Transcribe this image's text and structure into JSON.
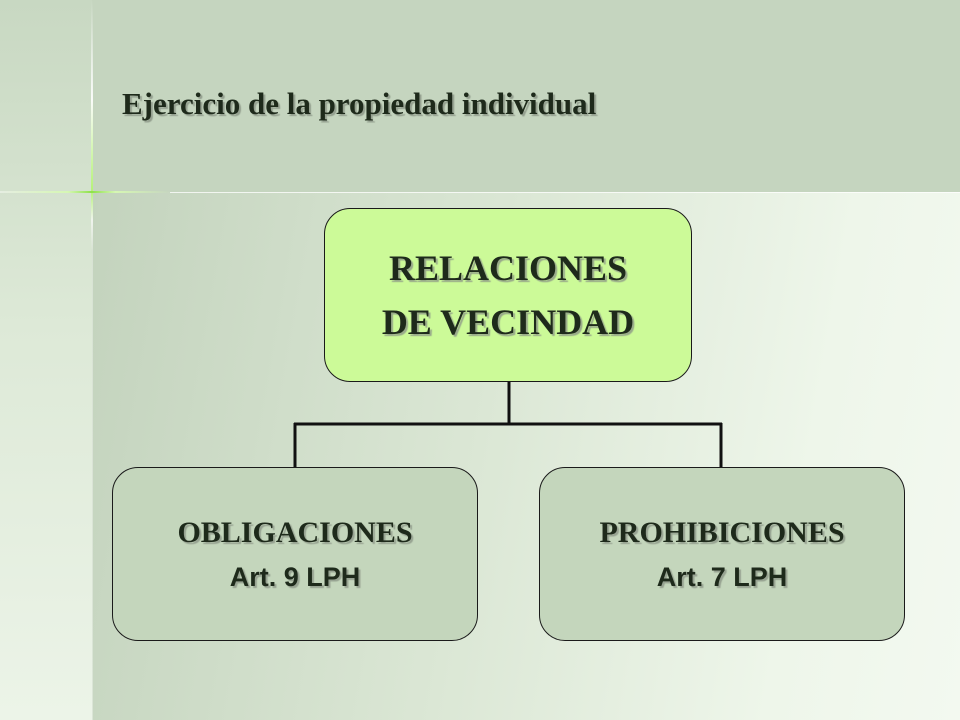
{
  "slide": {
    "title": "Ejercicio de la propiedad individual"
  },
  "diagram": {
    "root": {
      "line1": "RELACIONES",
      "line2": "DE VECINDAD"
    },
    "children": [
      {
        "line1": "OBLIGACIONES",
        "line2": "Art. 9 LPH"
      },
      {
        "line1": "PROHIBICIONES",
        "line2": "Art. 7 LPH"
      }
    ]
  },
  "colors": {
    "background": "#c5d5bf",
    "root_fill": "#ccfa98",
    "child_fill": "#c4d6bc",
    "text": "#1e2a1b",
    "connector": "#111111"
  }
}
